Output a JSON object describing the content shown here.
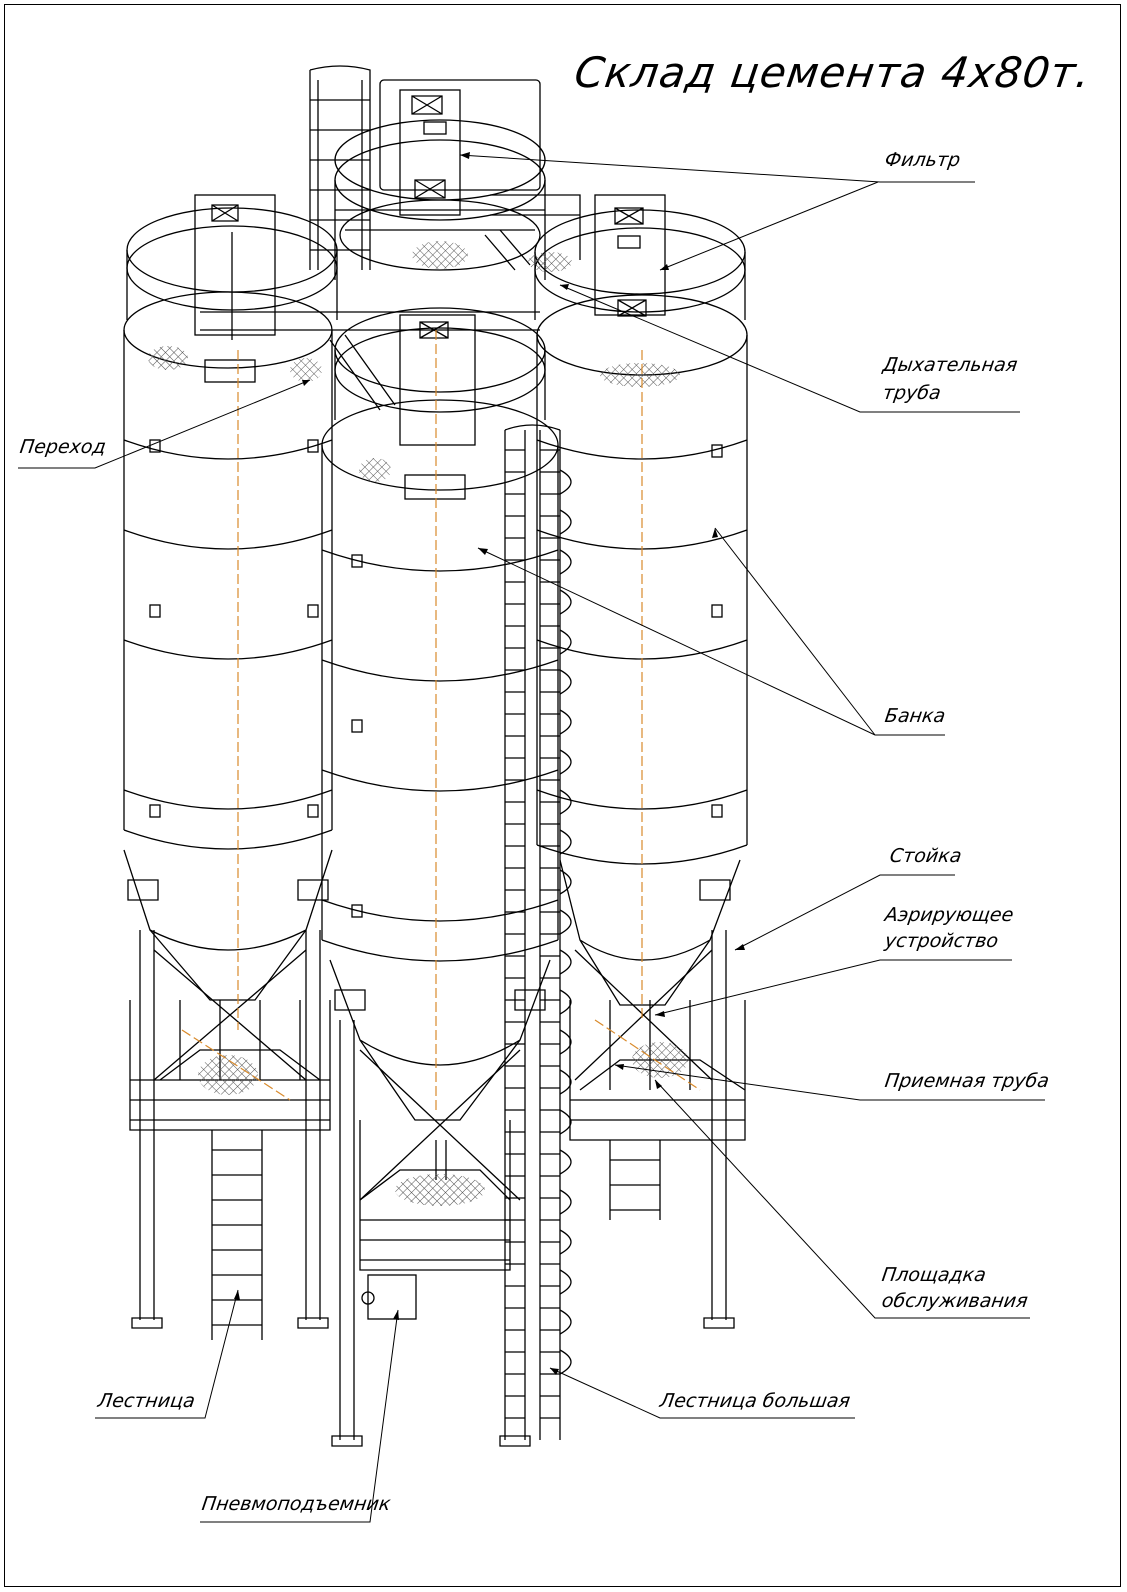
{
  "title": "Склад цемента 4x80т.",
  "labels": {
    "filter": "Фильтр",
    "breather_line1": "Дыхательная",
    "breather_line2": "труба",
    "transition": "Переход",
    "tank": "Банка",
    "stand": "Стойка",
    "aerator_line1": "Аэрирующее",
    "aerator_line2": "устройство",
    "intake_pipe": "Приемная труба",
    "platform_line1": "Площадка",
    "platform_line2": "обслуживания",
    "ladder": "Лестница",
    "big_ladder": "Лестница большая",
    "pneumolift": "Пневмоподъемник"
  },
  "colors": {
    "line": "#000000",
    "axis": "#d98a2b",
    "mesh": "#555555"
  }
}
